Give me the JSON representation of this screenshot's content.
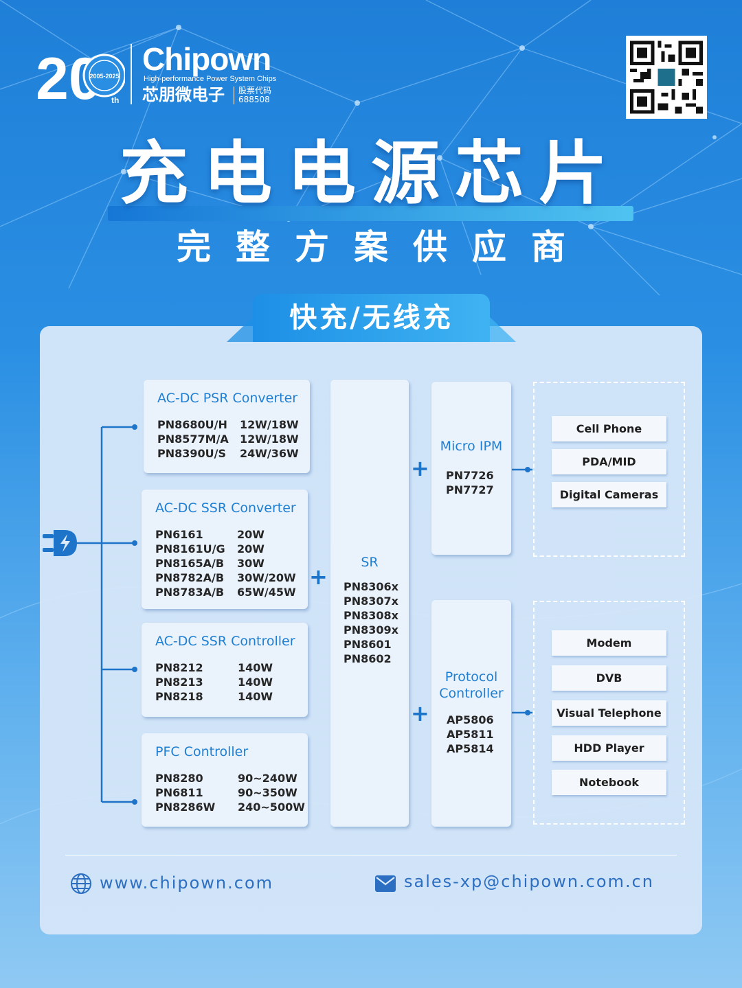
{
  "header": {
    "logo_years": "2005-2025",
    "logo_number": "20",
    "logo_suffix": "th",
    "brand_name": "Chipown",
    "tagline": "High-performance Power System Chips",
    "brand_cn": "芯朋微电子",
    "stock_label": "股票代码",
    "stock_code": "688508"
  },
  "title": "充电电源芯片",
  "subtitle": "完整方案供应商",
  "tab_label": "快充/无线充",
  "cards": [
    {
      "title": "AC-DC PSR Converter",
      "rows": [
        [
          "PN8680U/H",
          "12W/18W"
        ],
        [
          "PN8577M/A",
          "12W/18W"
        ],
        [
          "PN8390U/S",
          "24W/36W"
        ]
      ]
    },
    {
      "title": "AC-DC SSR Converter",
      "rows": [
        [
          "PN6161",
          "20W"
        ],
        [
          "PN8161U/G",
          "20W"
        ],
        [
          "PN8165A/B",
          "30W"
        ],
        [
          "PN8782A/B",
          "30W/20W"
        ],
        [
          "PN8783A/B",
          "65W/45W"
        ]
      ]
    },
    {
      "title": "AC-DC SSR Controller",
      "rows": [
        [
          "PN8212",
          "140W"
        ],
        [
          "PN8213",
          "140W"
        ],
        [
          "PN8218",
          "140W"
        ]
      ]
    },
    {
      "title": "PFC Controller",
      "rows": [
        [
          "PN8280",
          "90~240W"
        ],
        [
          "PN6811",
          "90~350W"
        ],
        [
          "PN8286W",
          "240~500W"
        ]
      ]
    }
  ],
  "sr": {
    "title": "SR",
    "items": [
      "PN8306x",
      "PN8307x",
      "PN8308x",
      "PN8309x",
      "PN8601",
      "PN8602"
    ]
  },
  "ipm": {
    "title": "Micro IPM",
    "items": [
      "PN7726",
      "PN7727"
    ]
  },
  "protocol": {
    "title_line1": "Protocol",
    "title_line2": "Controller",
    "items": [
      "AP5806",
      "AP5811",
      "AP5814"
    ]
  },
  "plus": "+",
  "devices_top": [
    "Cell Phone",
    "PDA/MID",
    "Digital Cameras"
  ],
  "devices_bottom": [
    "Modem",
    "DVB",
    "Visual Telephone",
    "HDD Player",
    "Notebook"
  ],
  "footer": {
    "website": "www.chipown.com",
    "email": "sales-xp@chipown.com.cn"
  },
  "colors": {
    "accent": "#1e7fd2",
    "panel": "#dceafa",
    "background": "#2a8fe3"
  },
  "icons": [
    "plug-icon",
    "globe-icon",
    "mail-icon",
    "qr-code"
  ]
}
